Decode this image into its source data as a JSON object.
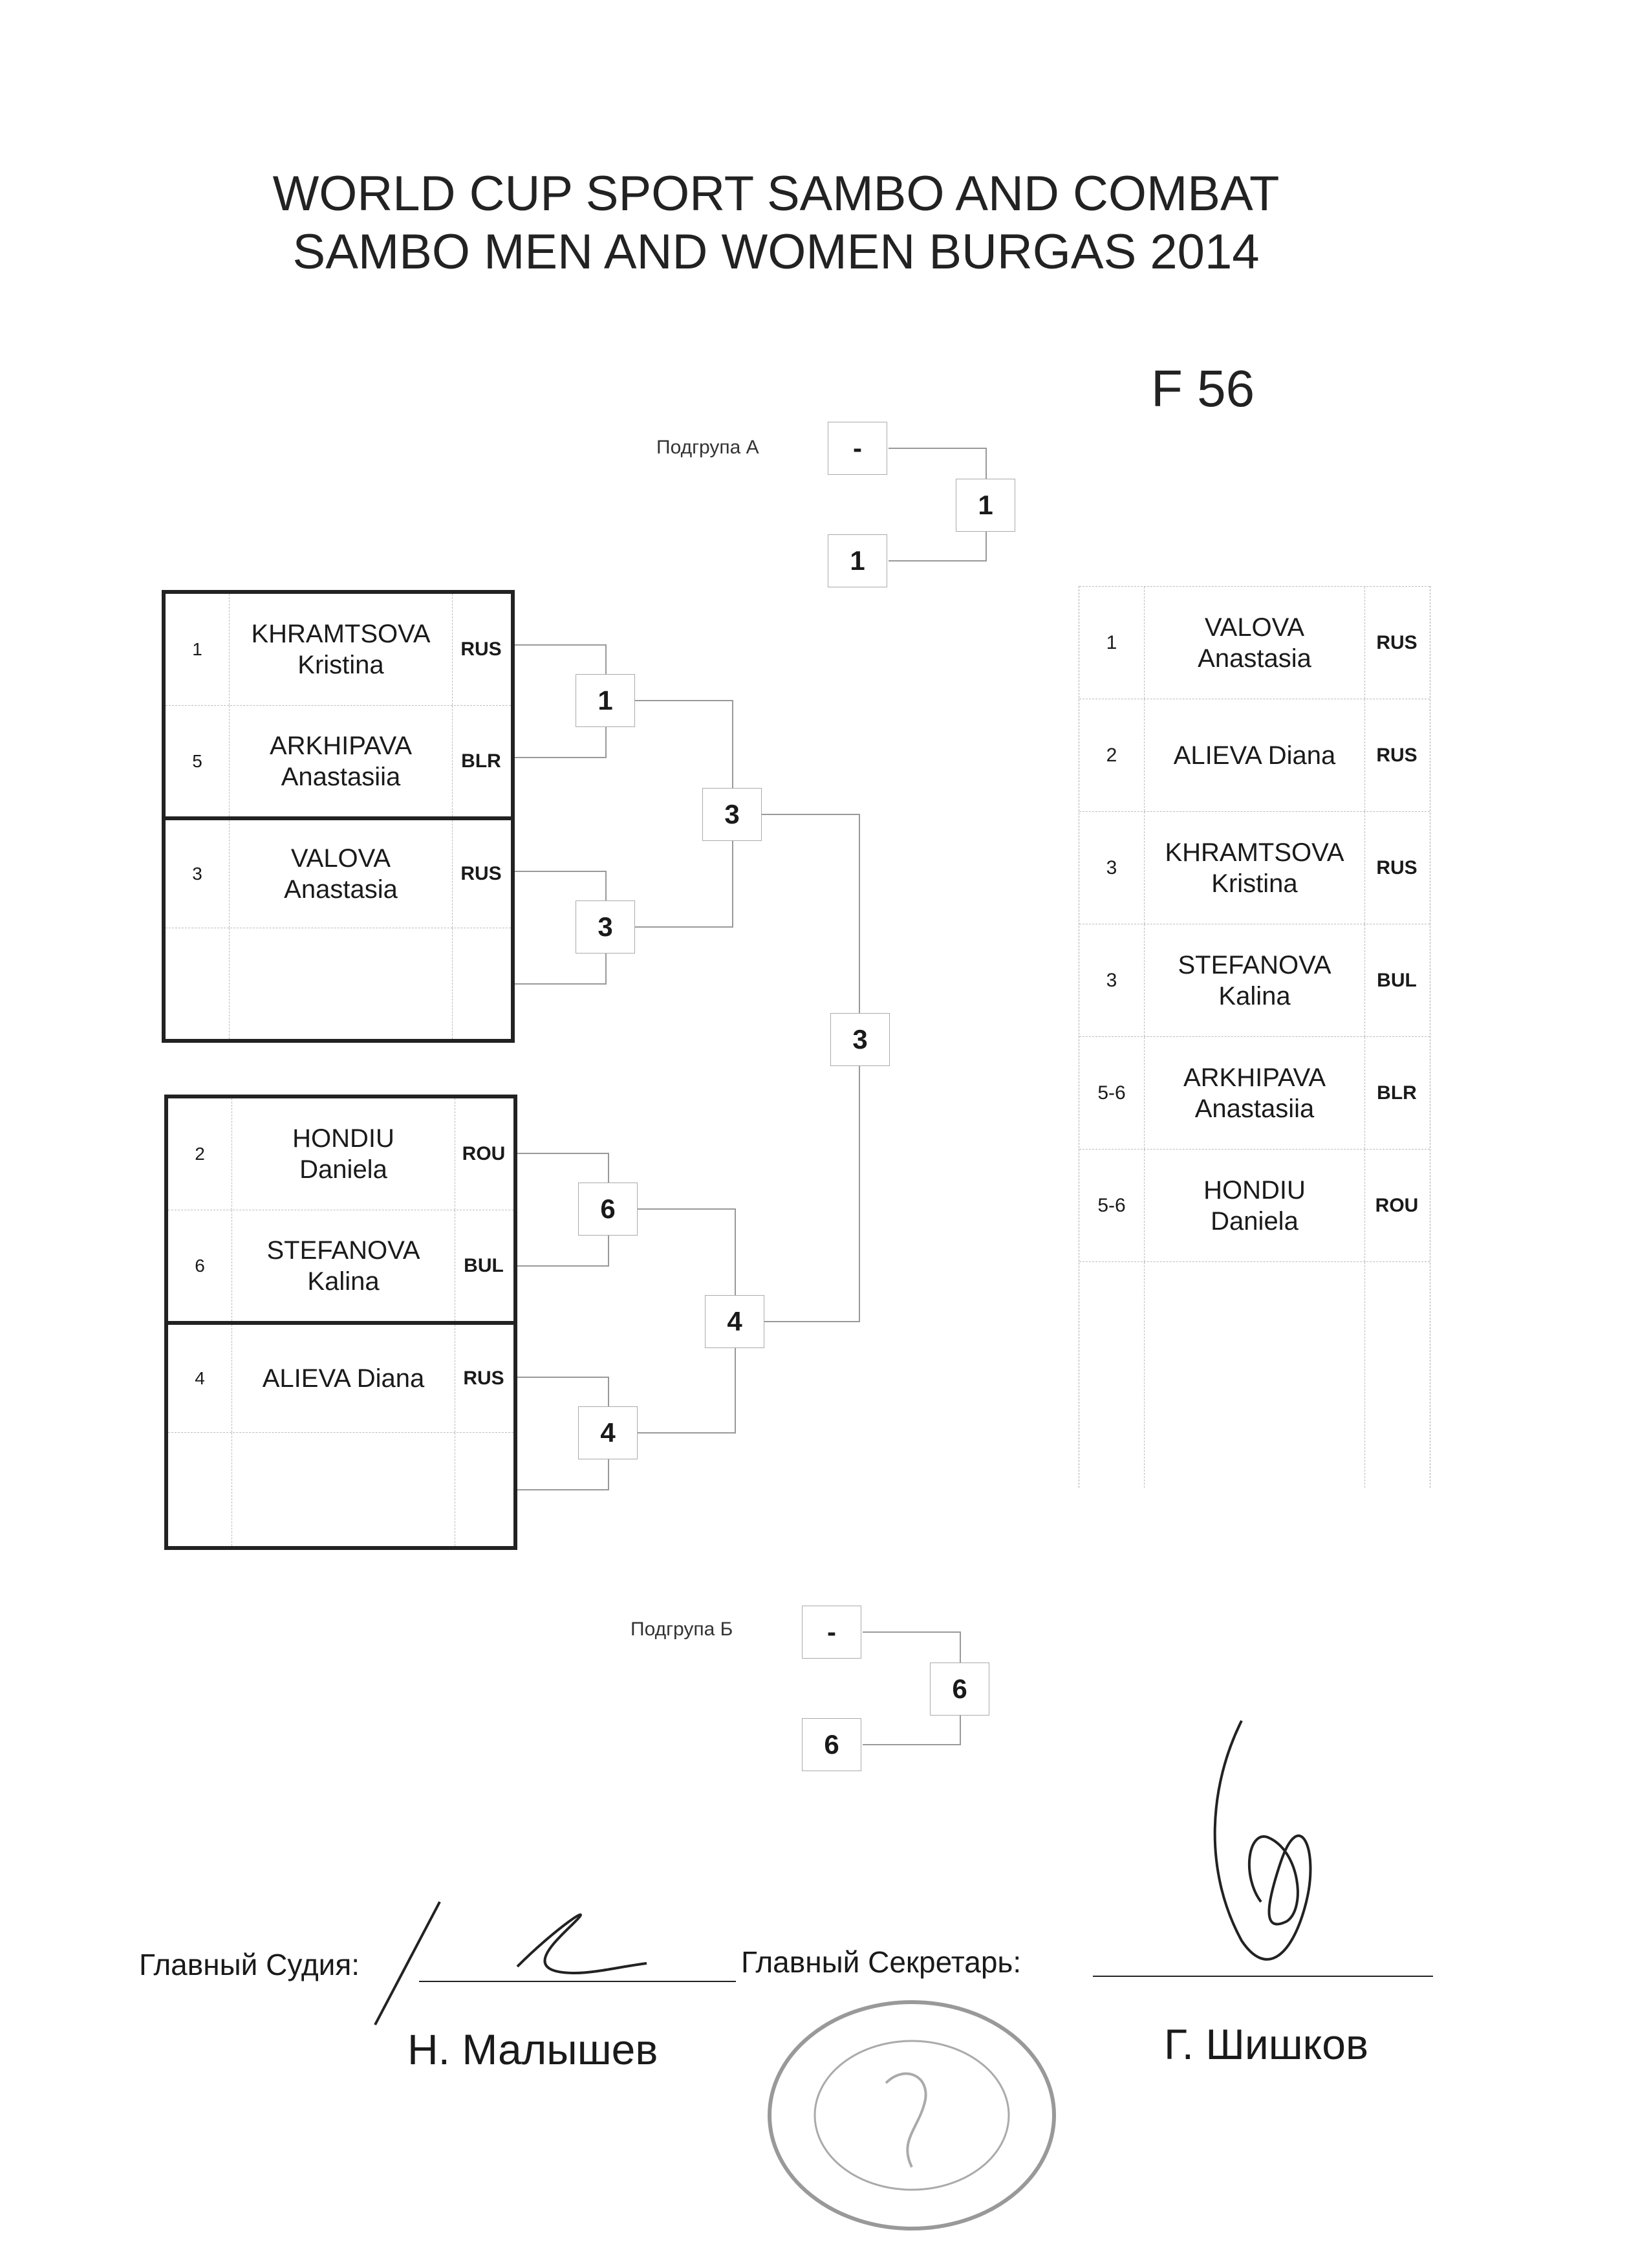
{
  "header": {
    "title_line1": "WORLD CUP SPORT SAMBO AND COMBAT",
    "title_line2": "SAMBO MEN AND WOMEN BURGAS 2014",
    "category": "F 56"
  },
  "pool_a": {
    "label": "Подгрупа А",
    "rows": [
      {
        "seed": "1",
        "surname": "KHRAMTSOVA",
        "given": "Kristina",
        "country": "RUS"
      },
      {
        "seed": "5",
        "surname": "ARKHIPAVA",
        "given": "Anastasiia",
        "country": "BLR"
      },
      {
        "seed": "3",
        "surname": "VALOVA",
        "given": "Anastasia",
        "country": "RUS"
      },
      {
        "seed": "",
        "surname": "",
        "given": "",
        "country": ""
      }
    ]
  },
  "pool_b": {
    "label": "Подгрупа Б",
    "rows": [
      {
        "seed": "2",
        "surname": "HONDIU",
        "given": "Daniela",
        "country": "ROU"
      },
      {
        "seed": "6",
        "surname": "STEFANOVA",
        "given": "Kalina",
        "country": "BUL"
      },
      {
        "seed": "4",
        "surname": "ALIEVA Diana",
        "given": "",
        "country": "RUS"
      },
      {
        "seed": "",
        "surname": "",
        "given": "",
        "country": ""
      }
    ]
  },
  "bracket": {
    "r1_a1": "1",
    "r1_a2": "3",
    "r1_b1": "6",
    "r1_b2": "4",
    "semi_a": "3",
    "semi_b": "4",
    "final": "3",
    "rep_a_top": "-",
    "rep_a_bottom": "1",
    "rep_a_winner": "1",
    "rep_b_top": "-",
    "rep_b_bottom": "6",
    "rep_b_winner": "6"
  },
  "results": [
    {
      "place": "1",
      "surname": "VALOVA",
      "given": "Anastasia",
      "country": "RUS"
    },
    {
      "place": "2",
      "surname": "ALIEVA Diana",
      "given": "",
      "country": "RUS"
    },
    {
      "place": "3",
      "surname": "KHRAMTSOVA",
      "given": "Kristina",
      "country": "RUS"
    },
    {
      "place": "3",
      "surname": "STEFANOVA",
      "given": "Kalina",
      "country": "BUL"
    },
    {
      "place": "5-6",
      "surname": "ARKHIPAVA",
      "given": "Anastasiia",
      "country": "BLR"
    },
    {
      "place": "5-6",
      "surname": "HONDIU",
      "given": "Daniela",
      "country": "ROU"
    }
  ],
  "footer": {
    "chief_referee_label": "Главный Судия:",
    "chief_secretary_label": "Главный Секретарь:",
    "referee_name": "Н. Малышев",
    "secretary_name": "Г. Шишков"
  }
}
